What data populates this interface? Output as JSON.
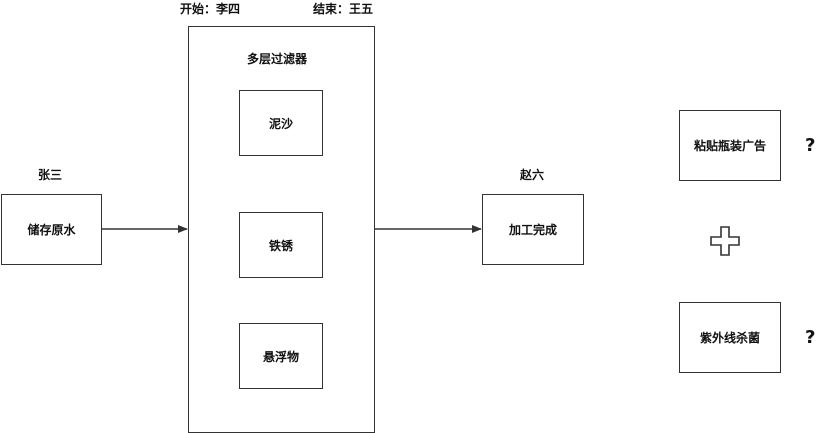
{
  "labels": {
    "start": "开始：李四",
    "end": "结束：王五",
    "zhangsan": "张三",
    "zhaoliu": "赵六"
  },
  "nodes": {
    "store": "储存原水",
    "filter_title": "多层过滤器",
    "mud": "泥沙",
    "rust": "铁锈",
    "suspended": "悬浮物",
    "done": "加工完成",
    "label_bottle": "粘贴瓶装广告",
    "uv": "紫外线杀菌"
  },
  "marks": {
    "question": "?",
    "plus": "+"
  },
  "colors": {
    "stroke": "#333333",
    "text": "#111111",
    "background": "#ffffff"
  }
}
